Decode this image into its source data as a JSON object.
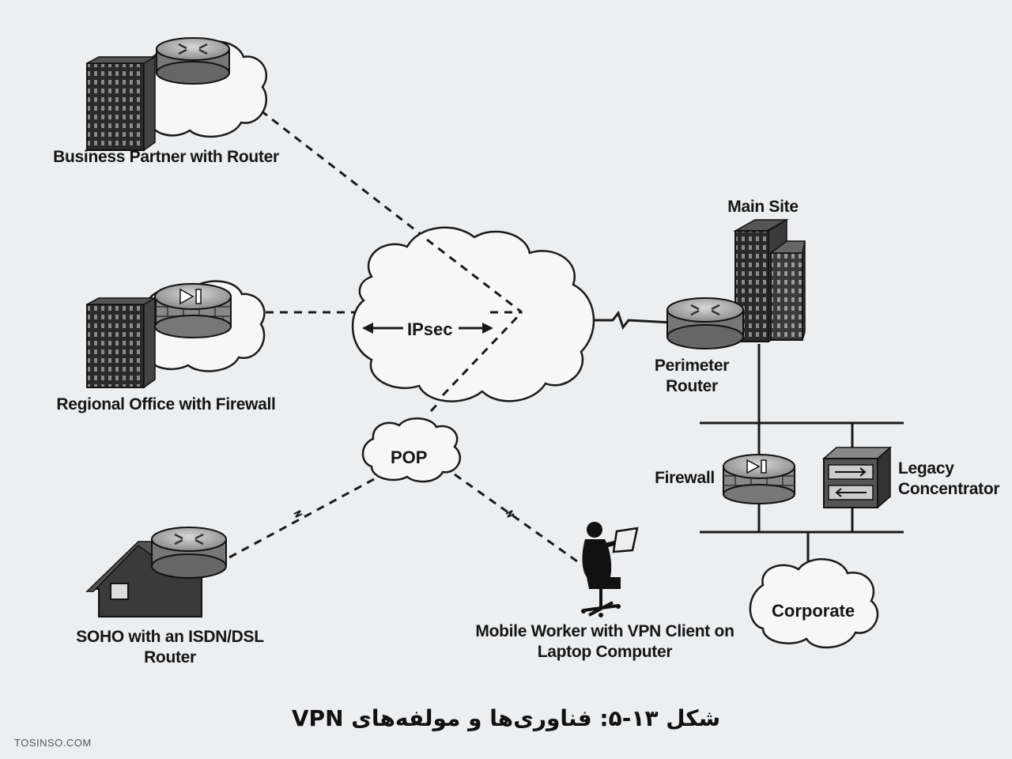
{
  "nodes": {
    "business_partner": "Business Partner with Router",
    "regional_office": "Regional Office with Firewall",
    "soho": "SOHO with an ISDN/DSL Router",
    "mobile_worker": "Mobile Worker with VPN Client on Laptop Computer",
    "main_site": "Main Site",
    "perimeter_router": "Perimeter Router",
    "firewall": "Firewall",
    "legacy_concentrator": "Legacy Concentrator"
  },
  "clouds": {
    "internet": "IPsec",
    "pop": "POP",
    "corporate": "Corporate"
  },
  "caption": "شکل ۱۳-۵: فناوری‌ها و مولفه‌های VPN",
  "watermark": "TOSINSO.COM"
}
